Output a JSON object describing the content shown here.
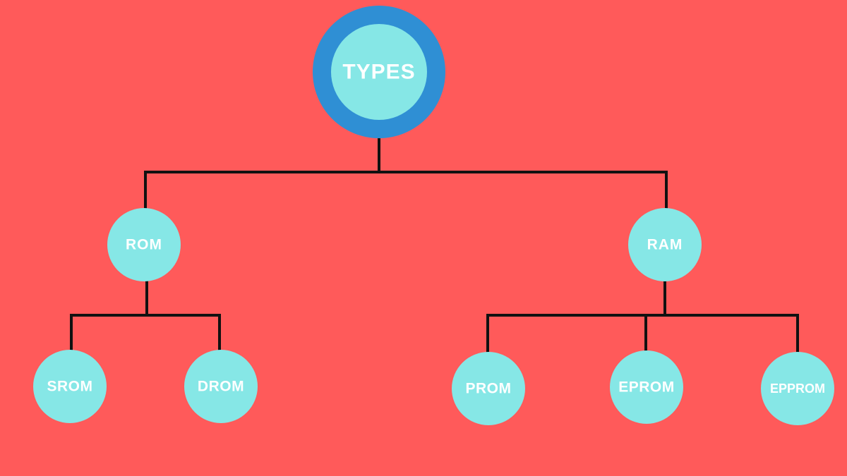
{
  "diagram": {
    "colors": {
      "background": "#ff5a5a",
      "node_fill": "#86e7e6",
      "root_ring": "#2f8fd4",
      "connector": "#111111",
      "label": "#ffffff"
    },
    "root": {
      "label": "TYPES"
    },
    "branches": [
      {
        "label": "ROM",
        "children": [
          {
            "label": "SROM"
          },
          {
            "label": "DROM"
          }
        ]
      },
      {
        "label": "RAM",
        "children": [
          {
            "label": "PROM"
          },
          {
            "label": "EPROM"
          },
          {
            "label": "EPPROM"
          }
        ]
      }
    ]
  }
}
